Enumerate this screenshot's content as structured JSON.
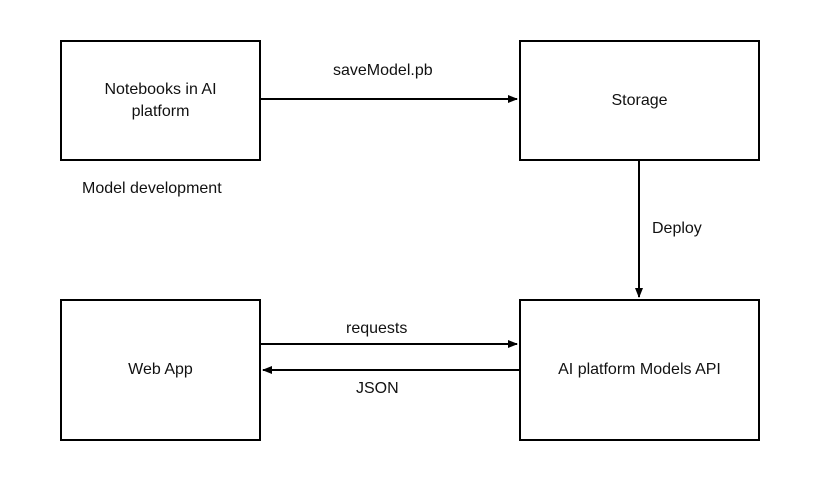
{
  "nodes": {
    "notebooks": "Notebooks in AI platform",
    "storage": "Storage",
    "web_app": "Web App",
    "models_api": "AI platform Models API"
  },
  "annotations": {
    "model_development": "Model development"
  },
  "edges": {
    "save_model": "saveModel.pb",
    "deploy": "Deploy",
    "requests": "requests",
    "json": "JSON"
  },
  "colors": {
    "stroke": "#000000",
    "background": "#ffffff",
    "text": "#111111"
  }
}
